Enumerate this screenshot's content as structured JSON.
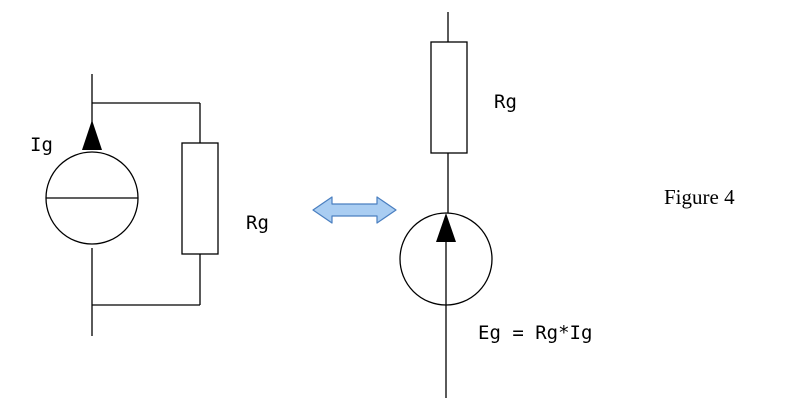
{
  "labels": {
    "current_source": "Ig",
    "left_resistor": "Rg",
    "right_resistor": "Rg",
    "voltage_equation": "Eg = Rg*Ig",
    "figure_caption": "Figure 4"
  },
  "colors": {
    "line": "#000000",
    "arrow_fill": "#a9cdf2",
    "arrow_stroke": "#4a7fc0"
  },
  "icons": {
    "equivalence_arrow": "double-headed-arrow-icon",
    "current_source": "current-source-icon",
    "voltage_source": "voltage-source-icon",
    "resistor": "resistor-icon"
  }
}
